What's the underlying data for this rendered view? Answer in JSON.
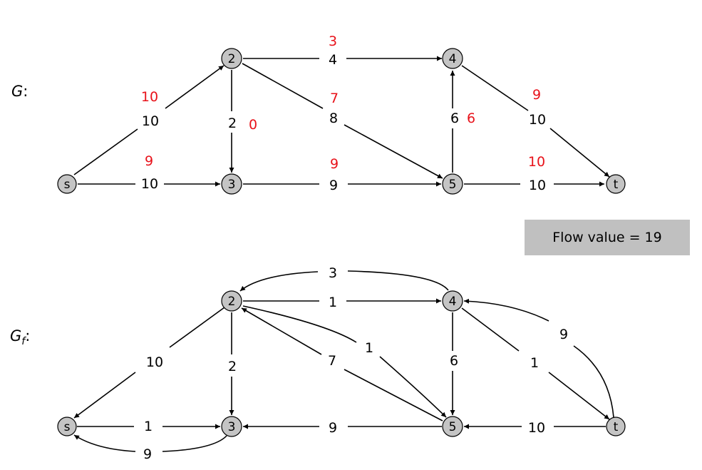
{
  "graph_labels": {
    "g": "G",
    "g_colon": ":",
    "gf_main": "G",
    "gf_sub": "f",
    "gf_colon": ":"
  },
  "flow_value": "Flow value = 19",
  "colors": {
    "node_fill": "#c4c4c4",
    "flow_text": "#e8121a"
  },
  "nodes": {
    "s": "s",
    "n2": "2",
    "n3": "3",
    "n4": "4",
    "n5": "5",
    "t": "t"
  },
  "network": {
    "edges": [
      {
        "from": "s",
        "to": "2",
        "capacity": "10",
        "flow": "10"
      },
      {
        "from": "s",
        "to": "3",
        "capacity": "10",
        "flow": "9"
      },
      {
        "from": "2",
        "to": "3",
        "capacity": "2",
        "flow": "0"
      },
      {
        "from": "2",
        "to": "4",
        "capacity": "4",
        "flow": "3"
      },
      {
        "from": "2",
        "to": "5",
        "capacity": "8",
        "flow": "7"
      },
      {
        "from": "3",
        "to": "5",
        "capacity": "9",
        "flow": "9"
      },
      {
        "from": "5",
        "to": "4",
        "capacity": "6",
        "flow": "6"
      },
      {
        "from": "4",
        "to": "t",
        "capacity": "10",
        "flow": "9"
      },
      {
        "from": "5",
        "to": "t",
        "capacity": "10",
        "flow": "10"
      }
    ]
  },
  "residual": {
    "edges": [
      {
        "from": "2",
        "to": "s",
        "capacity": "10"
      },
      {
        "from": "s",
        "to": "3",
        "capacity": "1"
      },
      {
        "from": "3",
        "to": "s",
        "capacity": "9"
      },
      {
        "from": "2",
        "to": "3",
        "capacity": "2"
      },
      {
        "from": "4",
        "to": "2",
        "capacity": "3"
      },
      {
        "from": "2",
        "to": "4",
        "capacity": "1"
      },
      {
        "from": "2",
        "to": "5",
        "capacity": "1"
      },
      {
        "from": "5",
        "to": "2",
        "capacity": "7"
      },
      {
        "from": "4",
        "to": "5",
        "capacity": "6"
      },
      {
        "from": "5",
        "to": "3",
        "capacity": "9"
      },
      {
        "from": "4",
        "to": "t",
        "capacity": "1"
      },
      {
        "from": "t",
        "to": "4",
        "capacity": "9"
      },
      {
        "from": "t",
        "to": "5",
        "capacity": "10"
      }
    ]
  }
}
